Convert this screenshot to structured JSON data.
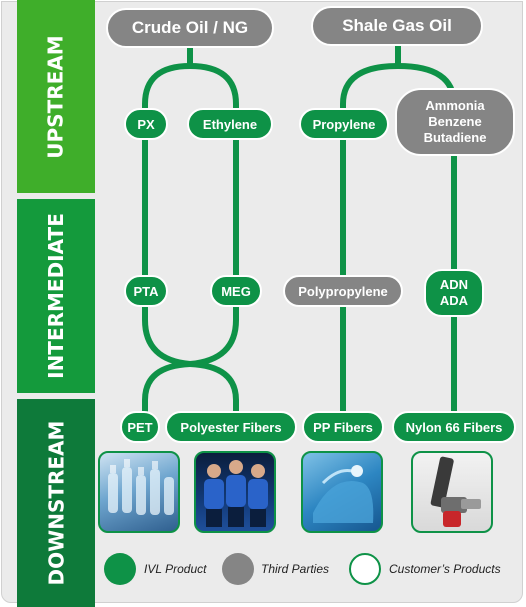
{
  "stages": {
    "upstream": "UPSTREAM",
    "intermediate": "INTERMEDIATE",
    "downstream": "DOWNSTREAM"
  },
  "sources": {
    "crude": "Crude Oil / NG",
    "shale": "Shale Gas Oil"
  },
  "upstream_products": {
    "px": "PX",
    "ethylene": "Ethylene",
    "propylene": "Propylene",
    "third_party": [
      "Ammonia",
      "Benzene",
      "Butadiene"
    ]
  },
  "intermediate_products": {
    "pta": "PTA",
    "meg": "MEG",
    "polypropylene": "Polypropylene",
    "adn_ada": [
      "ADN",
      "ADA"
    ]
  },
  "downstream_products": {
    "pet": "PET",
    "polyester": "Polyester Fibers",
    "pp": "PP Fibers",
    "nylon": "Nylon 66 Fibers"
  },
  "legend": {
    "ivl": "IVL Product",
    "third": "Third Parties",
    "customer": "Customer’s Products"
  },
  "colors": {
    "ivl_green": "#0e9247",
    "third_party_gray": "#858585",
    "upstream_band": "#3fae2a",
    "intermediate_band": "#149a3c",
    "downstream_band": "#0e7a3a"
  }
}
